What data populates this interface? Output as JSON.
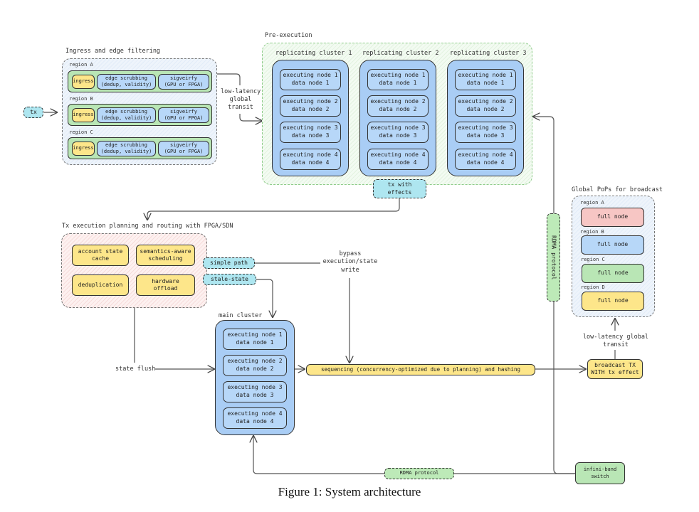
{
  "input": {
    "tx_label": "tx"
  },
  "ingress_group": {
    "title": "Ingress and edge filtering",
    "regions": [
      {
        "label": "region A",
        "ingress": "ingress",
        "scrub_1": "edge scrubbing",
        "scrub_2": "(dedup, validity)",
        "sig_1": "sigveirfy",
        "sig_2": "(GPU or FPGA)"
      },
      {
        "label": "region B",
        "ingress": "ingress",
        "scrub_1": "edge scrubbing",
        "scrub_2": "(dedup, validity)",
        "sig_1": "sigveirfy",
        "sig_2": "(GPU or FPGA)"
      },
      {
        "label": "region C",
        "ingress": "ingress",
        "scrub_1": "edge scrubbing",
        "scrub_2": "(dedup, validity)",
        "sig_1": "sigveirfy",
        "sig_2": "(GPU or FPGA)"
      }
    ]
  },
  "transit_label": {
    "line1": "low-latency",
    "line2": "global",
    "line3": "transit"
  },
  "pre_execution": {
    "title": "Pre-execution",
    "clusters": [
      {
        "title": "replicating cluster 1",
        "nodes": [
          {
            "exec": "executing node 1",
            "data": "data node 1"
          },
          {
            "exec": "executing node 2",
            "data": "data node 2"
          },
          {
            "exec": "executing node 3",
            "data": "data node 3"
          },
          {
            "exec": "executing node 4",
            "data": "data node 4"
          }
        ]
      },
      {
        "title": "replicating cluster 2",
        "nodes": [
          {
            "exec": "executing node 1",
            "data": "data node 1"
          },
          {
            "exec": "executing node 2",
            "data": "data node 2"
          },
          {
            "exec": "executing node 3",
            "data": "data node 3"
          },
          {
            "exec": "executing node 4",
            "data": "data node 4"
          }
        ]
      },
      {
        "title": "replicating cluster 3",
        "nodes": [
          {
            "exec": "executing node 1",
            "data": "data node 1"
          },
          {
            "exec": "executing node 2",
            "data": "data node 2"
          },
          {
            "exec": "executing node 3",
            "data": "data node 3"
          },
          {
            "exec": "executing node 4",
            "data": "data node 4"
          }
        ]
      }
    ],
    "output_tag": {
      "line1": "tx with",
      "line2": "effects"
    }
  },
  "planning": {
    "title": "Tx execution planning and routing with FPGA/SDN",
    "items": [
      {
        "line1": "account state",
        "line2": "cache"
      },
      {
        "line1": "semantics-aware",
        "line2": "scheduling"
      },
      {
        "line1": "deduplication",
        "line2": ""
      },
      {
        "line1": "hardware",
        "line2": "offload"
      }
    ],
    "simple_path": "simple path",
    "stale_state": "stale-state"
  },
  "bypass_label": {
    "line1": "bypass",
    "line2": "execution/state",
    "line3": "write"
  },
  "state_flush_label": "state flush",
  "main_cluster": {
    "title": "main cluster",
    "nodes": [
      {
        "exec": "executing node 1",
        "data": "data node 1"
      },
      {
        "exec": "executing node 2",
        "data": "data node 2"
      },
      {
        "exec": "executing node 3",
        "data": "data node 3"
      },
      {
        "exec": "executing node 4",
        "data": "data node 4"
      }
    ]
  },
  "sequencing": "sequencing (concurrency-optimized due to planning) and hashing",
  "broadcast": {
    "line1": "broadcast TX",
    "line2": "WITH tx effect"
  },
  "broadcast_transit": {
    "line1": "low-latency global",
    "line2": "transit"
  },
  "pops": {
    "title": "Global PoPs for broadcast",
    "regions": [
      {
        "label": "region A",
        "node": "full node",
        "color": "#f7c6c4"
      },
      {
        "label": "region B",
        "node": "full node",
        "color": "#b7d7f8"
      },
      {
        "label": "region C",
        "node": "full node",
        "color": "#b9e6b5"
      },
      {
        "label": "region D",
        "node": "full node",
        "color": "#fde68a"
      }
    ]
  },
  "rdma_vertical": "RDMA protocol",
  "rdma_horizontal": "RDMA protocol",
  "switch": {
    "line1": "infini-band",
    "line2": "switch"
  },
  "caption": "Figure 1: System architecture"
}
